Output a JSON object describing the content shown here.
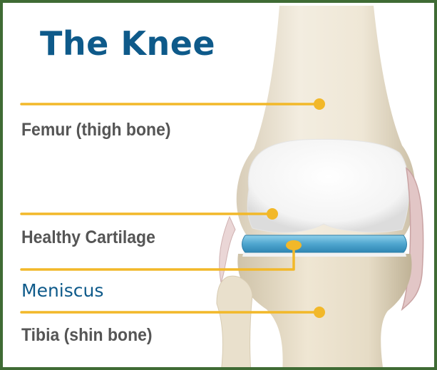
{
  "title": "The Knee",
  "labels": {
    "femur": "Femur (thigh bone)",
    "cartilage": "Healthy Cartilage",
    "meniscus": "Meniscus",
    "tibia": "Tibia (shin bone)"
  },
  "colors": {
    "border": "#3f6b34",
    "title": "#0e5a8a",
    "leader_line": "#f2b829",
    "meniscus": "#5bb0d6",
    "label_text": "#555555"
  }
}
